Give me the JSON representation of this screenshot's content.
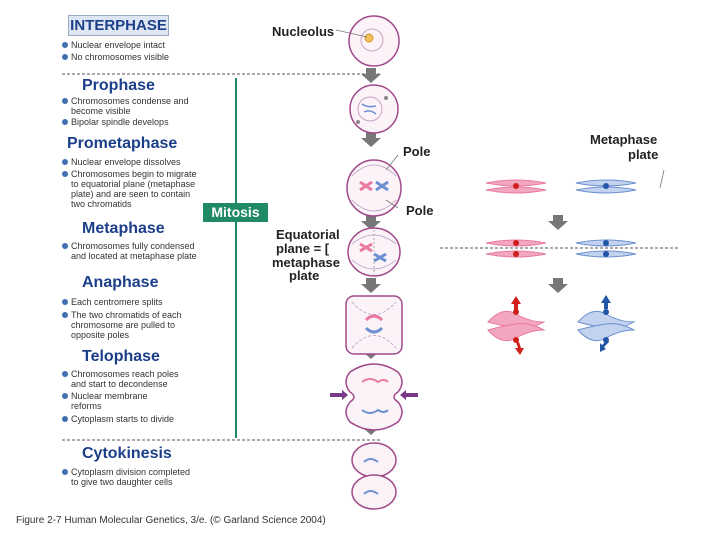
{
  "stages": {
    "interphase": {
      "title": "INTERPHASE",
      "bullets": [
        "Nuclear envelope intact",
        "No chromosomes visible"
      ]
    },
    "prophase": {
      "title": "Prophase",
      "bullets": [
        "Chromosomes condense and",
        "become visible",
        "Bipolar spindle develops"
      ]
    },
    "prometaphase": {
      "title": "Prometaphase",
      "bullets": [
        "Nuclear envelope dissolves",
        "Chromosomes begin to migrate",
        "to equatorial plane (metaphase",
        "plate) and are seen to contain",
        "two chromatids"
      ]
    },
    "metaphase": {
      "title": "Metaphase",
      "bullets": [
        "Chromosomes fully condensed",
        "and located at metaphase plate"
      ]
    },
    "anaphase": {
      "title": "Anaphase",
      "bullets": [
        "Each centromere splits",
        "The two chromatids of each",
        "chromosome are pulled to",
        "opposite poles"
      ]
    },
    "telophase": {
      "title": "Telophase",
      "bullets": [
        "Chromosomes reach poles",
        "and start to decondense",
        "Nuclear membrane",
        "reforms",
        "Cytoplasm starts to divide"
      ]
    },
    "cytokinesis": {
      "title": "Cytokinesis",
      "bullets": [
        "Cytoplasm division completed",
        "to give two daughter cells"
      ]
    }
  },
  "labels": {
    "mitosis": "Mitosis",
    "nucleolus": "Nucleolus",
    "pole_top": "Pole",
    "pole_bottom": "Pole",
    "equatorial_1": "Equatorial",
    "equatorial_2": "plane  =  [",
    "equatorial_3": "metaphase",
    "equatorial_4": "plate",
    "metaphase_plate_1": "Metaphase",
    "metaphase_plate_2": "plate"
  },
  "caption": "Figure 2-7  Human Molecular Genetics, 3/e.  (© Garland Science 2004)",
  "colors": {
    "title_blue": "#1c3f8a",
    "bullet_blue": "#3f6fae",
    "mitosis_green": "#1f8a63",
    "cell_outline": "#a04a8a",
    "chromosome_pink": "#e97aa0",
    "chromosome_blue": "#6b8fd0",
    "arrow_red": "#d0201c",
    "arrow_blue": "#2456a8"
  }
}
